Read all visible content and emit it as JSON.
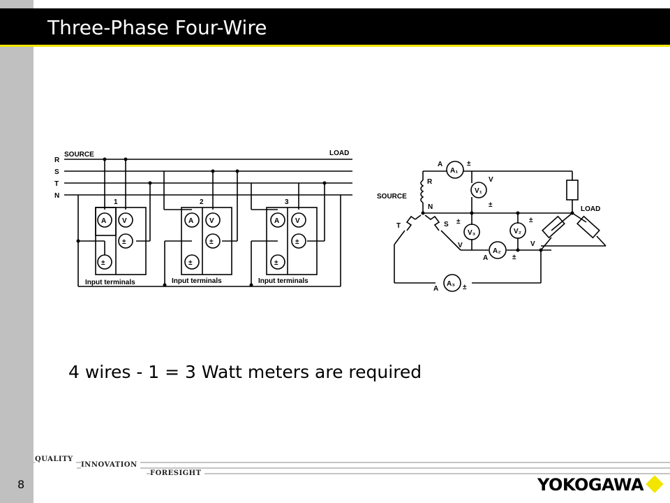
{
  "slide": {
    "title": "Three-Phase Four-Wire",
    "page_number": "8",
    "caption": "4 wires - 1 = 3 Watt meters are required"
  },
  "left_diagram": {
    "source_label": "SOURCE",
    "load_label": "LOAD",
    "line_labels": [
      "R",
      "S",
      "T",
      "N"
    ],
    "meters": [
      {
        "number": "1",
        "a": "A",
        "v": "V",
        "pm": "±",
        "terminals": "Input terminals"
      },
      {
        "number": "2",
        "a": "A",
        "v": "V",
        "pm": "±",
        "terminals": "Input terminals"
      },
      {
        "number": "3",
        "a": "A",
        "v": "V",
        "pm": "±",
        "terminals": "Input terminals"
      }
    ]
  },
  "right_diagram": {
    "source_label": "SOURCE",
    "load_label": "LOAD",
    "r_label": "R",
    "n_label": "N",
    "t_label": "T",
    "s_label": "S",
    "a_label": "A",
    "v_label": "V",
    "pm": "±",
    "a1": "A₁",
    "a2": "A₂",
    "a3": "A₃",
    "v1": "V₁",
    "v2": "V₂",
    "v3": "V₃"
  },
  "footer": {
    "quality": "QUALITY",
    "innovation": "INNOVATION",
    "foresight": "FORESIGHT",
    "brand": "YOKOGAWA"
  },
  "colors": {
    "title_bar": "#000000",
    "accent_yellow": "#f2e600",
    "left_bar": "#c0c0c0"
  }
}
